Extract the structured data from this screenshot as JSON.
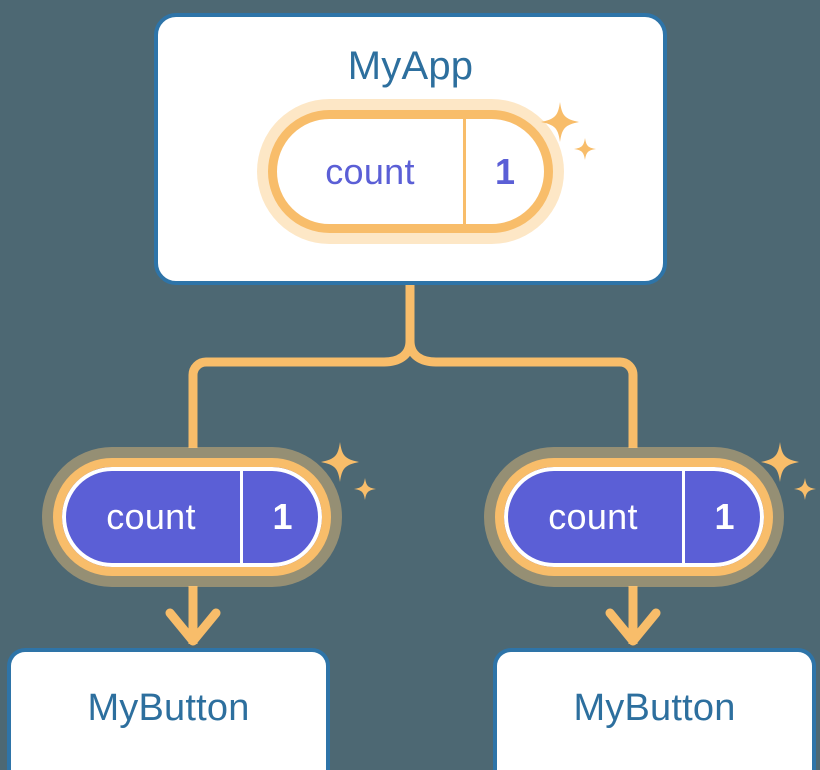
{
  "diagram": {
    "title_alt": "React component state propagation diagram",
    "background_color": "#4d6873"
  },
  "colors": {
    "background": "#4d6873",
    "card_border": "#2e74a8",
    "card_text": "#2d6f9e",
    "pill_border": "#f8bd6a",
    "pill_halo": "#fbd9a8",
    "pill_fill_purple": "#5b5fd6",
    "pill_text_purple": "#5b5fd6",
    "pill_text_white": "#ffffff",
    "connector": "#f8bd6a"
  },
  "nodes": {
    "root": {
      "label": "MyApp",
      "state": {
        "key": "count",
        "value": "1"
      },
      "sparkle_icon": "sparkle-icon"
    },
    "children": [
      {
        "label": "MyButton",
        "state": {
          "key": "count",
          "value": "1"
        },
        "sparkle_icon": "sparkle-icon"
      },
      {
        "label": "MyButton",
        "state": {
          "key": "count",
          "value": "1"
        },
        "sparkle_icon": "sparkle-icon"
      }
    ]
  },
  "connectors": {
    "arrow_icon": "arrow-down-icon",
    "branch_icon": "branch-connector-icon"
  }
}
